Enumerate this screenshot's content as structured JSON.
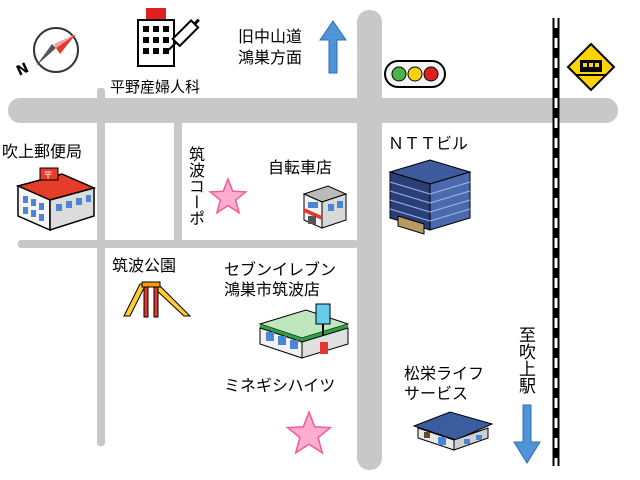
{
  "labels": {
    "hospital": "平野産婦人科",
    "old_road": "旧中山道\n鴻巣方面",
    "post_office": "吹上郵便局",
    "tsukuba_corpo": "筑波コーポ",
    "bicycle_shop": "自転車店",
    "ntt": "ＮＴＴビル",
    "park": "筑波公園",
    "seven_eleven": "セブンイレブン\n鴻巣市筑波店",
    "mine_heights": "ミネギシハイツ",
    "shouei": "松栄ライフ\nサービス",
    "to_station": "至吹上駅"
  },
  "icons": {
    "compass": "compass-icon",
    "hospital": "hospital-icon",
    "traffic_light": "traffic-light-icon",
    "railroad_crossing": "railroad-crossing-icon",
    "post_office": "post-office-icon",
    "bicycle_shop": "shop-building-icon",
    "ntt": "office-tower-icon",
    "park": "slide-icon",
    "seven_eleven": "convenience-store-icon",
    "shouei": "house-icon",
    "star": "star-icon",
    "arrow_up": "arrow-up-icon",
    "arrow_down": "arrow-down-icon"
  },
  "colors": {
    "road": "#c8c8c8",
    "arrow": "#4f93d8",
    "star_fill": "#ffadcf",
    "star_stroke": "#f25a9a",
    "compass_needle": "#e23a2a",
    "sign_yellow": "#ffd400",
    "railway": "#000000"
  }
}
